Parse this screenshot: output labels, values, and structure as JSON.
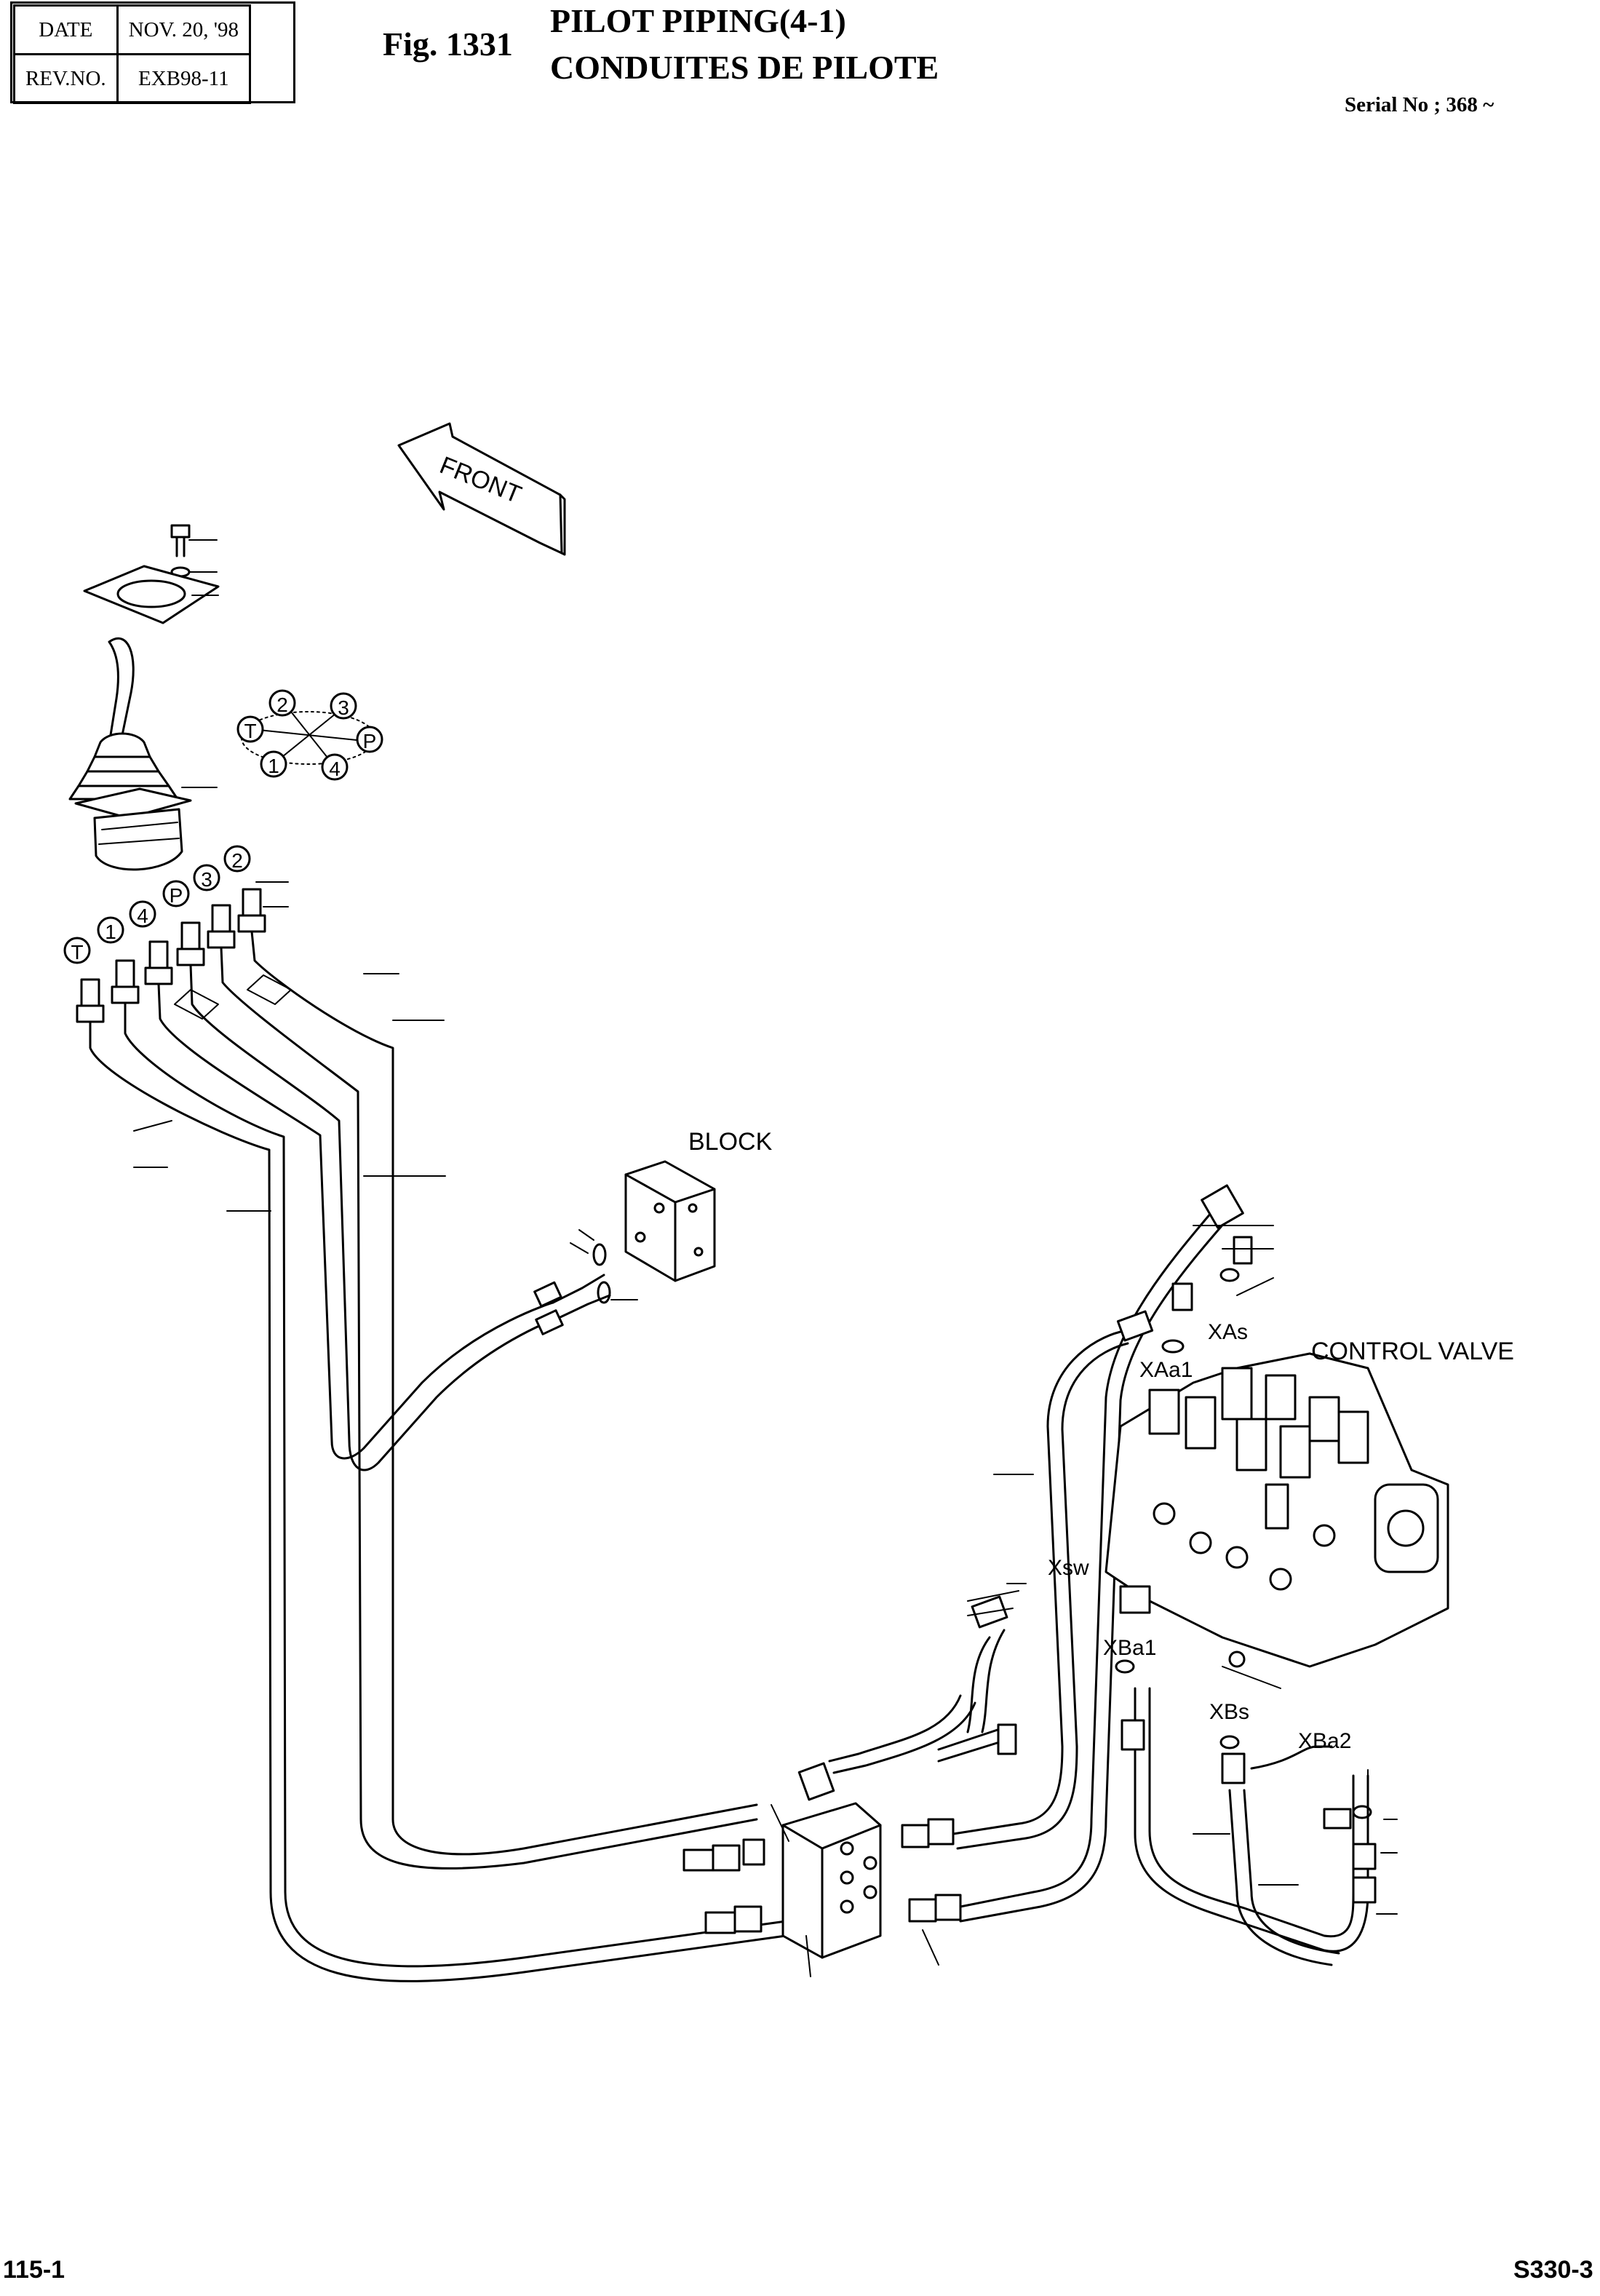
{
  "header": {
    "date_label": "DATE",
    "date_value": "NOV. 20, '98",
    "rev_label": "REV.NO.",
    "rev_value": "EXB98-11"
  },
  "figure": {
    "number": "Fig. 1331",
    "title_en": "PILOT PIPING(4-1)",
    "title_fr": "CONDUITES DE PILOTE"
  },
  "serial": "Serial No ; 368 ~",
  "labels": {
    "front": "FRONT",
    "block": "BLOCK",
    "control_valve": "CONTROL VALVE",
    "xas": "XAs",
    "xaa1": "XAa1",
    "xsw": "Xsw",
    "xba1": "XBa1",
    "xbs": "XBs",
    "xba2": "XBa2"
  },
  "port_diagram": [
    "2",
    "3",
    "T",
    "P",
    "1",
    "4"
  ],
  "port_callouts": [
    "T",
    "1",
    "4",
    "P",
    "3",
    "2"
  ],
  "footer": {
    "page": "115-1",
    "model": "S330-3"
  }
}
